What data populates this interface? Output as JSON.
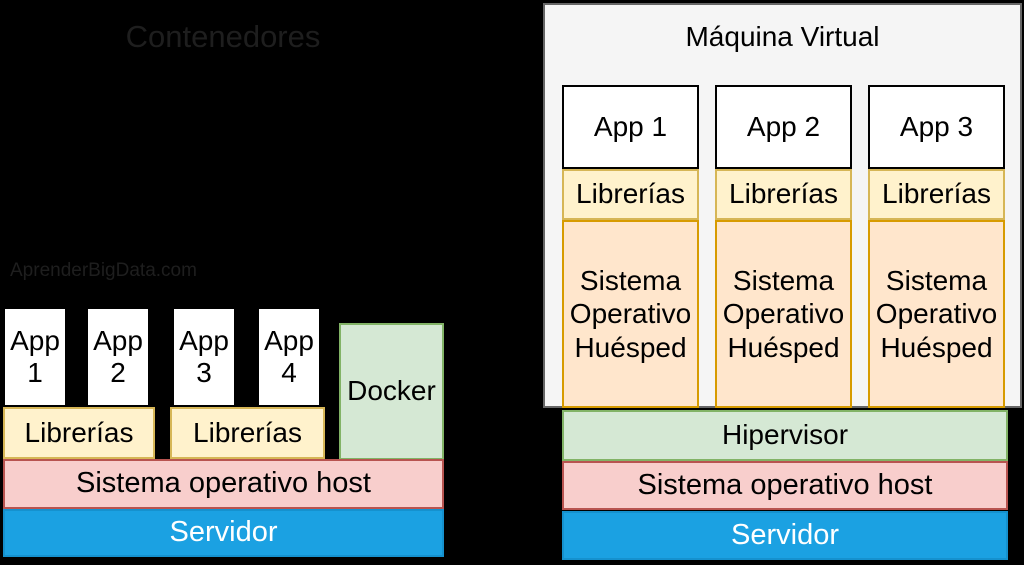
{
  "watermark": "AprenderBigData.com",
  "left": {
    "title": "Contenedores",
    "apps": [
      "App 1",
      "App 2",
      "App 3",
      "App 4"
    ],
    "libraries": [
      "Librerías",
      "Librerías"
    ],
    "docker": "Docker",
    "host_os": "Sistema operativo host",
    "server": "Servidor"
  },
  "right": {
    "title": "Máquina Virtual",
    "columns": [
      {
        "app": "App 1",
        "libraries": "Librerías",
        "guest_os": "Sistema Operativo Huésped"
      },
      {
        "app": "App 2",
        "libraries": "Librerías",
        "guest_os": "Sistema Operativo Huésped"
      },
      {
        "app": "App 3",
        "libraries": "Librerías",
        "guest_os": "Sistema Operativo Huésped"
      }
    ],
    "hypervisor": "Hipervisor",
    "host_os": "Sistema operativo host",
    "server": "Servidor"
  },
  "colors": {
    "background": "#000000",
    "faint_title_text": "#1E1E1E",
    "app_fill": "#FFFFFF",
    "app_stroke": "#000000",
    "libraries_fill": "#FFF2CC",
    "libraries_stroke": "#D6B656",
    "guest_os_fill": "#FFE6CC",
    "guest_os_stroke": "#D79B00",
    "docker_hypervisor_fill": "#D5E8D4",
    "docker_hypervisor_stroke": "#82B366",
    "host_os_fill": "#F8CECC",
    "host_os_stroke": "#B85450",
    "server_fill": "#1BA1E2",
    "server_text": "#FFFFFF",
    "vm_container_fill": "#F5F5F5",
    "vm_container_stroke": "#666666"
  }
}
